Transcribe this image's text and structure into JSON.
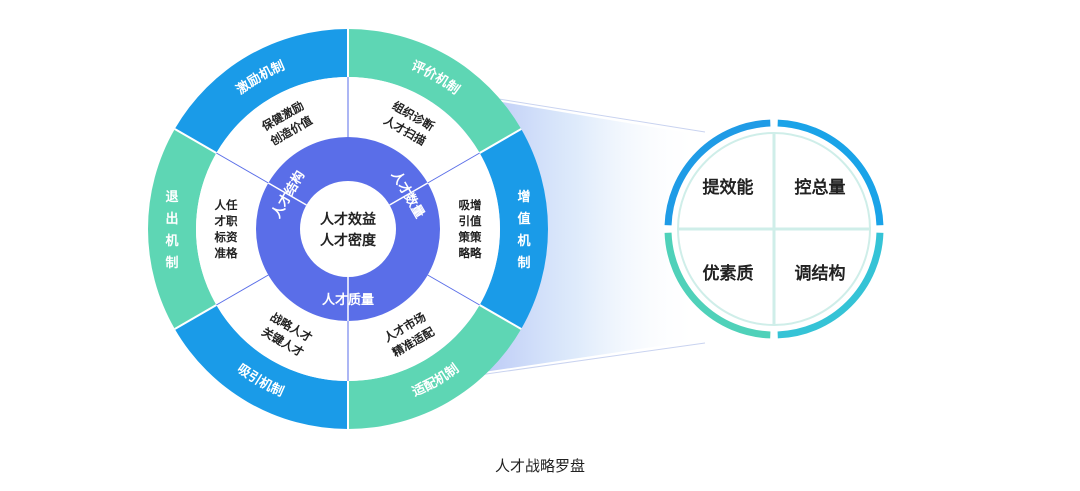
{
  "center": {
    "line1": "人才效益",
    "line2": "人才密度"
  },
  "inner_ring": [
    "人才数量",
    "人才质量",
    "人才结构"
  ],
  "middle_ring": [
    [
      "组织诊断",
      "人才扫描"
    ],
    [
      "吸增",
      "引值",
      "策策",
      "略略"
    ],
    [
      "人才市场",
      "精准适配"
    ],
    [
      "战略人才",
      "关键人才"
    ],
    [
      "人任",
      "才职",
      "标资",
      "准格"
    ],
    [
      "保健激励",
      "创造价值"
    ]
  ],
  "outer_ring": [
    "评价机制",
    "增值机制",
    "适配机制",
    "吸引机制",
    "退出机制",
    "激励机制"
  ],
  "right_quadrants": [
    "提效能",
    "控总量",
    "优素质",
    "调结构"
  ],
  "caption": "人才战略罗盘",
  "colors": {
    "teal": "#5ed6b4",
    "blue": "#1a9be8",
    "indigo": "#5a6ee8",
    "dark_text": "#222222"
  }
}
